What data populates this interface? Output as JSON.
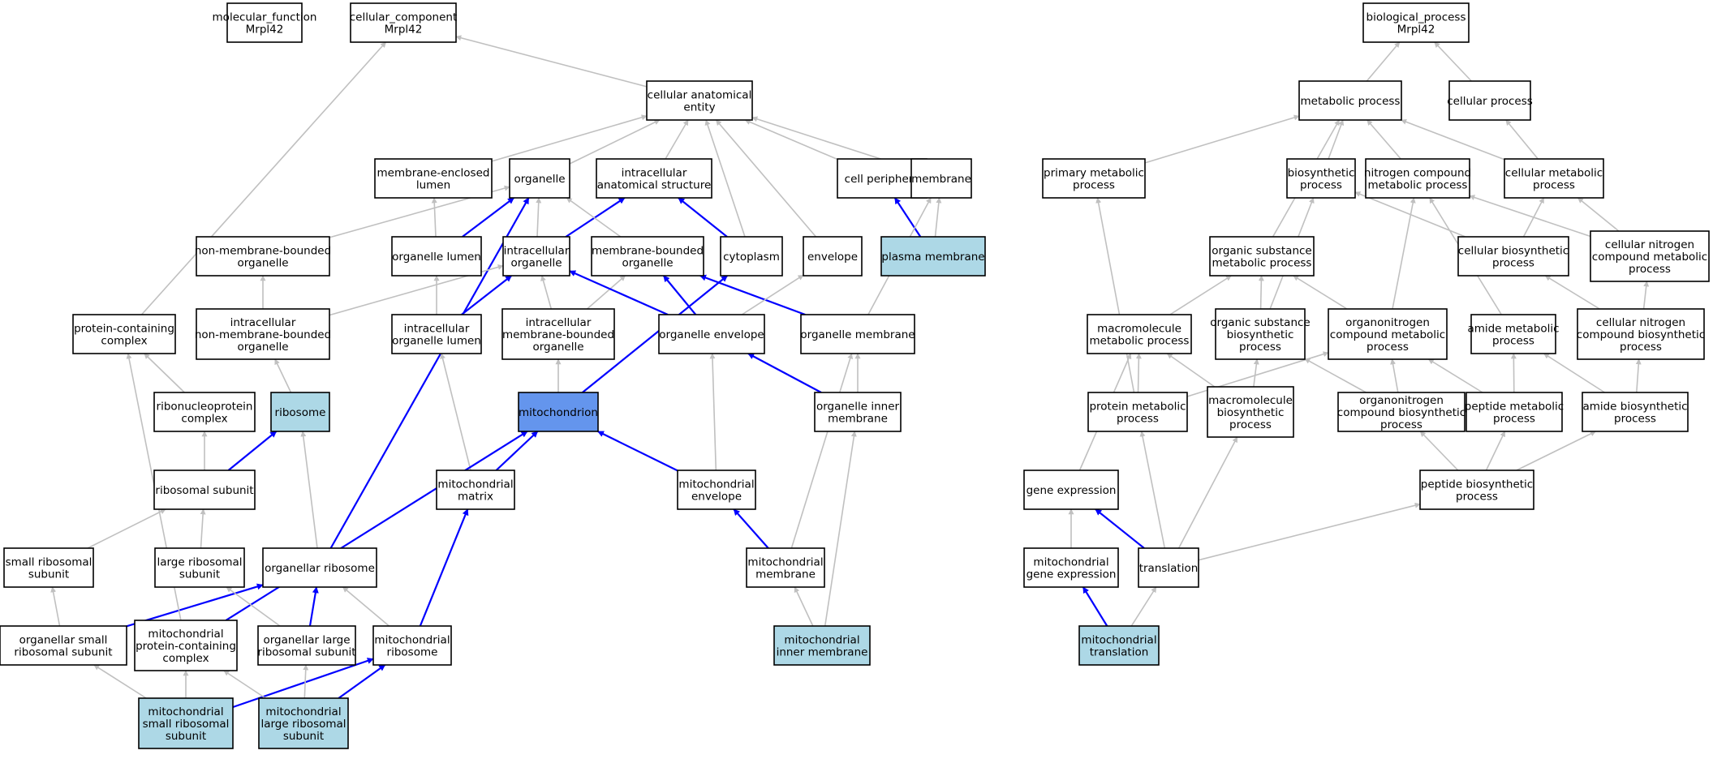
{
  "colors": {
    "highlight_main": "#6495ed",
    "highlight_light": "#add8e6",
    "default_fill": "#ffffff",
    "edge_gray": "#c0c0c0",
    "edge_blue": "#0000ff"
  },
  "nodes": {
    "mf_root": {
      "lines": [
        "molecular_function",
        "Mrpl42"
      ],
      "fill": "white"
    },
    "cc_root": {
      "lines": [
        "cellular_component",
        "Mrpl42"
      ],
      "fill": "white"
    },
    "cae": {
      "lines": [
        "cellular anatomical",
        "entity"
      ],
      "fill": "white"
    },
    "mel": {
      "lines": [
        "membrane-enclosed",
        "lumen"
      ],
      "fill": "white"
    },
    "organelle": {
      "lines": [
        "organelle"
      ],
      "fill": "white"
    },
    "ias": {
      "lines": [
        "intracellular",
        "anatomical structure"
      ],
      "fill": "white"
    },
    "cellper": {
      "lines": [
        "cell periphery"
      ],
      "fill": "white"
    },
    "membrane": {
      "lines": [
        "membrane"
      ],
      "fill": "white"
    },
    "nmbo": {
      "lines": [
        "non-membrane-bounded",
        "organelle"
      ],
      "fill": "white"
    },
    "orglumen": {
      "lines": [
        "organelle lumen"
      ],
      "fill": "white"
    },
    "intorg": {
      "lines": [
        "intracellular",
        "organelle"
      ],
      "fill": "white"
    },
    "mbo": {
      "lines": [
        "membrane-bounded",
        "organelle"
      ],
      "fill": "white"
    },
    "cytoplasm": {
      "lines": [
        "cytoplasm"
      ],
      "fill": "white"
    },
    "envelope": {
      "lines": [
        "envelope"
      ],
      "fill": "white"
    },
    "plasmamem": {
      "lines": [
        "plasma membrane"
      ],
      "fill": "light"
    },
    "pcc": {
      "lines": [
        "protein-containing",
        "complex"
      ],
      "fill": "white"
    },
    "inmbo": {
      "lines": [
        "intracellular",
        "non-membrane-bounded",
        "organelle"
      ],
      "fill": "white"
    },
    "iol": {
      "lines": [
        "intracellular",
        "organelle lumen"
      ],
      "fill": "white"
    },
    "imbo": {
      "lines": [
        "intracellular",
        "membrane-bounded",
        "organelle"
      ],
      "fill": "white"
    },
    "orgenv": {
      "lines": [
        "organelle envelope"
      ],
      "fill": "white"
    },
    "orgmem": {
      "lines": [
        "organelle membrane"
      ],
      "fill": "white"
    },
    "rnpc": {
      "lines": [
        "ribonucleoprotein",
        "complex"
      ],
      "fill": "white"
    },
    "ribosome": {
      "lines": [
        "ribosome"
      ],
      "fill": "light"
    },
    "mito": {
      "lines": [
        "mitochondrion"
      ],
      "fill": "main"
    },
    "oim": {
      "lines": [
        "organelle inner",
        "membrane"
      ],
      "fill": "white"
    },
    "ribsub": {
      "lines": [
        "ribosomal subunit"
      ],
      "fill": "white"
    },
    "mitomatrix": {
      "lines": [
        "mitochondrial",
        "matrix"
      ],
      "fill": "white"
    },
    "mitoenv": {
      "lines": [
        "mitochondrial",
        "envelope"
      ],
      "fill": "white"
    },
    "srs": {
      "lines": [
        "small ribosomal",
        "subunit"
      ],
      "fill": "white"
    },
    "lrs": {
      "lines": [
        "large ribosomal",
        "subunit"
      ],
      "fill": "white"
    },
    "orgrib": {
      "lines": [
        "organellar ribosome"
      ],
      "fill": "white"
    },
    "mitomem": {
      "lines": [
        "mitochondrial",
        "membrane"
      ],
      "fill": "white"
    },
    "osrs": {
      "lines": [
        "organellar small",
        "ribosomal subunit"
      ],
      "fill": "white"
    },
    "mpcc": {
      "lines": [
        "mitochondrial",
        "protein-containing",
        "complex"
      ],
      "fill": "white"
    },
    "olrs": {
      "lines": [
        "organellar large",
        "ribosomal subunit"
      ],
      "fill": "white"
    },
    "mitorib": {
      "lines": [
        "mitochondrial",
        "ribosome"
      ],
      "fill": "white"
    },
    "mim": {
      "lines": [
        "mitochondrial",
        "inner membrane"
      ],
      "fill": "light"
    },
    "msrs": {
      "lines": [
        "mitochondrial",
        "small ribosomal",
        "subunit"
      ],
      "fill": "light"
    },
    "mlrs": {
      "lines": [
        "mitochondrial",
        "large ribosomal",
        "subunit"
      ],
      "fill": "light"
    },
    "bp_root": {
      "lines": [
        "biological_process",
        "Mrpl42"
      ],
      "fill": "white"
    },
    "metproc": {
      "lines": [
        "metabolic process"
      ],
      "fill": "white"
    },
    "cellproc": {
      "lines": [
        "cellular process"
      ],
      "fill": "white"
    },
    "pmp": {
      "lines": [
        "primary metabolic",
        "process"
      ],
      "fill": "white"
    },
    "biosyn": {
      "lines": [
        "biosynthetic",
        "process"
      ],
      "fill": "white"
    },
    "ncmp": {
      "lines": [
        "nitrogen compound",
        "metabolic process"
      ],
      "fill": "white"
    },
    "cmp": {
      "lines": [
        "cellular metabolic",
        "process"
      ],
      "fill": "white"
    },
    "osmp": {
      "lines": [
        "organic substance",
        "metabolic process"
      ],
      "fill": "white"
    },
    "cbp": {
      "lines": [
        "cellular biosynthetic",
        "process"
      ],
      "fill": "white"
    },
    "cncmp": {
      "lines": [
        "cellular nitrogen",
        "compound metabolic",
        "process"
      ],
      "fill": "white"
    },
    "mmp": {
      "lines": [
        "macromolecule",
        "metabolic process"
      ],
      "fill": "white"
    },
    "osbp": {
      "lines": [
        "organic substance",
        "biosynthetic",
        "process"
      ],
      "fill": "white"
    },
    "oncmp": {
      "lines": [
        "organonitrogen",
        "compound metabolic",
        "process"
      ],
      "fill": "white"
    },
    "amp": {
      "lines": [
        "amide metabolic",
        "process"
      ],
      "fill": "white"
    },
    "cncbp": {
      "lines": [
        "cellular nitrogen",
        "compound biosynthetic",
        "process"
      ],
      "fill": "white"
    },
    "protmp": {
      "lines": [
        "protein metabolic",
        "process"
      ],
      "fill": "white"
    },
    "mbp": {
      "lines": [
        "macromolecule",
        "biosynthetic",
        "process"
      ],
      "fill": "white"
    },
    "oncbp": {
      "lines": [
        "organonitrogen",
        "compound biosynthetic",
        "process"
      ],
      "fill": "white"
    },
    "pepmp": {
      "lines": [
        "peptide metabolic",
        "process"
      ],
      "fill": "white"
    },
    "abp": {
      "lines": [
        "amide biosynthetic",
        "process"
      ],
      "fill": "white"
    },
    "geneexp": {
      "lines": [
        "gene expression"
      ],
      "fill": "white"
    },
    "pbp": {
      "lines": [
        "peptide biosynthetic",
        "process"
      ],
      "fill": "white"
    },
    "mge": {
      "lines": [
        "mitochondrial",
        "gene expression"
      ],
      "fill": "white"
    },
    "translation": {
      "lines": [
        "translation"
      ],
      "fill": "white"
    },
    "mtrans": {
      "lines": [
        "mitochondrial",
        "translation"
      ],
      "fill": "light"
    }
  },
  "edges": [
    [
      "cae",
      "cc_root",
      "gray"
    ],
    [
      "pcc",
      "cc_root",
      "gray"
    ],
    [
      "mel",
      "cae",
      "gray"
    ],
    [
      "organelle",
      "cae",
      "gray"
    ],
    [
      "ias",
      "cae",
      "gray"
    ],
    [
      "cellper",
      "cae",
      "gray"
    ],
    [
      "membrane",
      "cae",
      "gray"
    ],
    [
      "cytoplasm",
      "cae",
      "gray"
    ],
    [
      "envelope",
      "cae",
      "gray"
    ],
    [
      "plasmamem",
      "cellper",
      "blue"
    ],
    [
      "plasmamem",
      "membrane",
      "gray"
    ],
    [
      "nmbo",
      "organelle",
      "gray"
    ],
    [
      "orglumen",
      "organelle",
      "blue"
    ],
    [
      "orglumen",
      "mel",
      "gray"
    ],
    [
      "intorg",
      "organelle",
      "gray"
    ],
    [
      "intorg",
      "ias",
      "blue"
    ],
    [
      "mbo",
      "organelle",
      "gray"
    ],
    [
      "cytoplasm",
      "ias",
      "blue"
    ],
    [
      "orgrib",
      "organelle",
      "blue"
    ],
    [
      "inmbo",
      "nmbo",
      "gray"
    ],
    [
      "inmbo",
      "intorg",
      "gray"
    ],
    [
      "iol",
      "orglumen",
      "gray"
    ],
    [
      "iol",
      "intorg",
      "blue"
    ],
    [
      "imbo",
      "intorg",
      "gray"
    ],
    [
      "imbo",
      "mbo",
      "gray"
    ],
    [
      "orgenv",
      "intorg",
      "blue"
    ],
    [
      "orgenv",
      "mbo",
      "blue"
    ],
    [
      "orgmem",
      "mbo",
      "blue"
    ],
    [
      "orgenv",
      "envelope",
      "gray"
    ],
    [
      "orgmem",
      "membrane",
      "gray"
    ],
    [
      "mito",
      "imbo",
      "gray"
    ],
    [
      "mito",
      "cytoplasm",
      "blue"
    ],
    [
      "rnpc",
      "pcc",
      "gray"
    ],
    [
      "ribosome",
      "inmbo",
      "gray"
    ],
    [
      "ribsub",
      "rnpc",
      "gray"
    ],
    [
      "ribsub",
      "ribosome",
      "blue"
    ],
    [
      "oim",
      "orgenv",
      "blue"
    ],
    [
      "oim",
      "orgmem",
      "gray"
    ],
    [
      "mitomatrix",
      "iol",
      "gray"
    ],
    [
      "mitomatrix",
      "mito",
      "blue"
    ],
    [
      "mitoenv",
      "mito",
      "blue"
    ],
    [
      "mitoenv",
      "orgenv",
      "gray"
    ],
    [
      "srs",
      "ribsub",
      "gray"
    ],
    [
      "lrs",
      "ribsub",
      "gray"
    ],
    [
      "orgrib",
      "ribosome",
      "gray"
    ],
    [
      "mitomem",
      "mitoenv",
      "blue"
    ],
    [
      "mitomem",
      "orgmem",
      "gray"
    ],
    [
      "osrs",
      "srs",
      "gray"
    ],
    [
      "osrs",
      "orgrib",
      "blue"
    ],
    [
      "mpcc",
      "pcc",
      "gray"
    ],
    [
      "mpcc",
      "mito",
      "blue"
    ],
    [
      "olrs",
      "lrs",
      "gray"
    ],
    [
      "olrs",
      "orgrib",
      "blue"
    ],
    [
      "mitorib",
      "orgrib",
      "gray"
    ],
    [
      "mitorib",
      "mitomatrix",
      "blue"
    ],
    [
      "mim",
      "oim",
      "gray"
    ],
    [
      "mim",
      "mitomem",
      "gray"
    ],
    [
      "msrs",
      "osrs",
      "gray"
    ],
    [
      "msrs",
      "mpcc",
      "gray"
    ],
    [
      "msrs",
      "mitorib",
      "blue"
    ],
    [
      "mlrs",
      "olrs",
      "gray"
    ],
    [
      "mlrs",
      "mpcc",
      "gray"
    ],
    [
      "mlrs",
      "mitorib",
      "blue"
    ],
    [
      "metproc",
      "bp_root",
      "gray"
    ],
    [
      "cellproc",
      "bp_root",
      "gray"
    ],
    [
      "pmp",
      "metproc",
      "gray"
    ],
    [
      "biosyn",
      "metproc",
      "gray"
    ],
    [
      "ncmp",
      "metproc",
      "gray"
    ],
    [
      "cmp",
      "metproc",
      "gray"
    ],
    [
      "cmp",
      "cellproc",
      "gray"
    ],
    [
      "osmp",
      "metproc",
      "gray"
    ],
    [
      "cbp",
      "biosyn",
      "gray"
    ],
    [
      "cbp",
      "cmp",
      "gray"
    ],
    [
      "cncmp",
      "ncmp",
      "gray"
    ],
    [
      "cncmp",
      "cmp",
      "gray"
    ],
    [
      "mmp",
      "osmp",
      "gray"
    ],
    [
      "osbp",
      "osmp",
      "gray"
    ],
    [
      "osbp",
      "biosyn",
      "gray"
    ],
    [
      "oncmp",
      "osmp",
      "gray"
    ],
    [
      "oncmp",
      "ncmp",
      "gray"
    ],
    [
      "amp",
      "ncmp",
      "gray"
    ],
    [
      "cncbp",
      "cbp",
      "gray"
    ],
    [
      "cncbp",
      "cncmp",
      "gray"
    ],
    [
      "protmp",
      "mmp",
      "gray"
    ],
    [
      "protmp",
      "oncmp",
      "gray"
    ],
    [
      "protmp",
      "pmp",
      "gray"
    ],
    [
      "mbp",
      "mmp",
      "gray"
    ],
    [
      "mbp",
      "osbp",
      "gray"
    ],
    [
      "oncbp",
      "oncmp",
      "gray"
    ],
    [
      "oncbp",
      "osbp",
      "gray"
    ],
    [
      "pepmp",
      "oncmp",
      "gray"
    ],
    [
      "pepmp",
      "amp",
      "gray"
    ],
    [
      "abp",
      "amp",
      "gray"
    ],
    [
      "abp",
      "cncbp",
      "gray"
    ],
    [
      "geneexp",
      "mmp",
      "gray"
    ],
    [
      "pbp",
      "pepmp",
      "gray"
    ],
    [
      "pbp",
      "oncbp",
      "gray"
    ],
    [
      "pbp",
      "abp",
      "gray"
    ],
    [
      "mge",
      "geneexp",
      "gray"
    ],
    [
      "translation",
      "geneexp",
      "blue"
    ],
    [
      "translation",
      "protmp",
      "gray"
    ],
    [
      "translation",
      "mbp",
      "gray"
    ],
    [
      "translation",
      "pbp",
      "gray"
    ],
    [
      "mtrans",
      "mge",
      "blue"
    ],
    [
      "mtrans",
      "translation",
      "gray"
    ]
  ]
}
